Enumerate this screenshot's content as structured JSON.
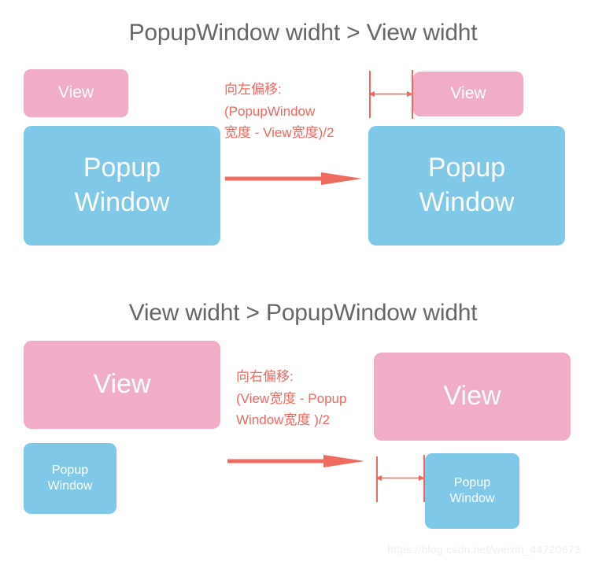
{
  "diagram": {
    "sections": [
      {
        "title": "PopupWindow widht > View widht",
        "annotation": {
          "lines": [
            "向左偏移:",
            "(PopupWindow",
            "宽度 - View宽度)/2"
          ]
        },
        "boxes": {
          "view_before": {
            "label": "View"
          },
          "popup_before": {
            "line1": "Popup",
            "line2": "Window"
          },
          "view_after": {
            "label": "View"
          },
          "popup_after": {
            "line1": "Popup",
            "line2": "Window"
          }
        }
      },
      {
        "title": "View widht > PopupWindow widht",
        "annotation": {
          "lines": [
            "向右偏移:",
            "(View宽度 - Popup",
            "Window宽度 )/2"
          ]
        },
        "boxes": {
          "view_before": {
            "label": "View"
          },
          "popup_before": {
            "line1": "Popup",
            "line2": "Window"
          },
          "view_after": {
            "label": "View"
          },
          "popup_after": {
            "line1": "Popup",
            "line2": "Window"
          }
        }
      }
    ],
    "colors": {
      "view_fill": "#f1adc8",
      "popup_fill": "#7fc8e8",
      "annotation_text": "#f2675f",
      "arrow": "#ef6a5f",
      "measure_line": "#f4675f",
      "title_text": "#666666",
      "background": "#ffffff",
      "watermark_text": "#eeeeee"
    },
    "watermark": "https://blog.csdn.net/weixin_44720673"
  }
}
